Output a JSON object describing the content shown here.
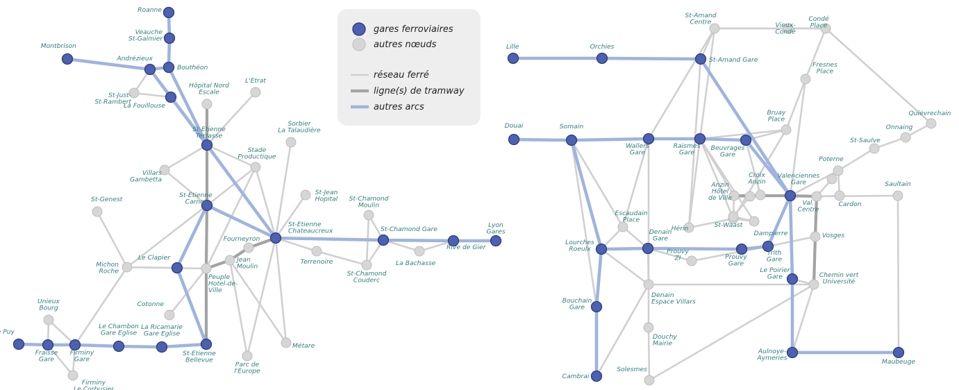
{
  "legend": {
    "stations": "gares ferroviaires",
    "other_nodes": "autres nœuds",
    "rail": "réseau ferré",
    "tram": "ligne(s) de tramway",
    "other_arcs": "autres arcs"
  },
  "colors": {
    "station_fill": "#4d61b2",
    "other_node_fill": "#d6d6d6",
    "rail_edge": "#d0d0d0",
    "tram_edge": "#a3a3a3",
    "other_arc_edge": "#9eb4e0",
    "label_text": "#2f7f7c",
    "legend_background": "#eeeeee"
  },
  "nodes": {
    "roanne": {
      "label": [
        "Roanne"
      ],
      "kind": "station"
    },
    "veauche": {
      "label": [
        "Veauche",
        "St-Galmier"
      ],
      "kind": "station"
    },
    "montbrison": {
      "label": [
        "Montbrison"
      ],
      "kind": "station"
    },
    "andrezieux": {
      "label": [
        "Andrézieux"
      ],
      "kind": "station"
    },
    "boutheon": {
      "label": [
        "Bouthéon"
      ],
      "kind": "station"
    },
    "stjust": {
      "label": [
        "St-Just-",
        "St-Rambert"
      ],
      "kind": "other"
    },
    "fouillouse": {
      "label": [
        "La Fouillouse"
      ],
      "kind": "station"
    },
    "hopital_nord": {
      "label": [
        "Hôpital Nord",
        "Escale"
      ],
      "kind": "other"
    },
    "letrat": {
      "label": [
        "L'Etrat"
      ],
      "kind": "other"
    },
    "terrasse": {
      "label": [
        "St-Etienne",
        "Terrasse"
      ],
      "kind": "station"
    },
    "sorbier": {
      "label": [
        "Sorbier",
        "La Talaudière"
      ],
      "kind": "other"
    },
    "stade": {
      "label": [
        "Stade",
        "Productique"
      ],
      "kind": "other"
    },
    "villars": {
      "label": [
        "Villars",
        "Gambetta"
      ],
      "kind": "other"
    },
    "carnot": {
      "label": [
        "St-Etienne",
        "Carnot"
      ],
      "kind": "station"
    },
    "stjean": {
      "label": [
        "St-Jean",
        "Hopital"
      ],
      "kind": "other"
    },
    "stgenest": {
      "label": [
        "St-Genest"
      ],
      "kind": "other"
    },
    "chamond_moulin": {
      "label": [
        "St-Chamond",
        "Moulin"
      ],
      "kind": "other"
    },
    "chateaucreux": {
      "label": [
        "St-Etienne",
        "Chateaucreux"
      ],
      "kind": "station"
    },
    "chamond_gare": {
      "label": [
        "St-Chamond Gare"
      ],
      "kind": "station"
    },
    "lyon": {
      "label": [
        "Lyon",
        "Gares"
      ],
      "kind": "station"
    },
    "rivedegier": {
      "label": [
        "Rive de Gier"
      ],
      "kind": "station"
    },
    "fourneyron": {
      "label": [
        "Fourneyron"
      ],
      "kind": "other"
    },
    "labachasse": {
      "label": [
        "La Bachasse"
      ],
      "kind": "other"
    },
    "terrenoire": {
      "label": [
        "Terrenoire"
      ],
      "kind": "other"
    },
    "chamond_couderc": {
      "label": [
        "St-Chamond",
        "Couderc"
      ],
      "kind": "other"
    },
    "michon": {
      "label": [
        "Michon",
        "Roche"
      ],
      "kind": "other"
    },
    "clapier": {
      "label": [
        "Le Clapier"
      ],
      "kind": "station"
    },
    "jeanmoulin": {
      "label": [
        "Jean",
        "Moulin"
      ],
      "kind": "other"
    },
    "peuple": {
      "label": [
        "Peuple",
        "Hotel-de-",
        "Ville"
      ],
      "kind": "other"
    },
    "cotonne": {
      "label": [
        "Cotonne"
      ],
      "kind": "other"
    },
    "unieux": {
      "label": [
        "Unieux",
        "Bourg"
      ],
      "kind": "other"
    },
    "chambon": {
      "label": [
        "Le Chambon",
        "Gare Eglise"
      ],
      "kind": "station"
    },
    "ricamarie": {
      "label": [
        "La Ricamarie",
        "Gare Eglise"
      ],
      "kind": "station"
    },
    "lepuy": {
      "label": [
        "Le Puy"
      ],
      "kind": "station"
    },
    "fraisse": {
      "label": [
        "Fraisse",
        "Gare"
      ],
      "kind": "station"
    },
    "firminy": {
      "label": [
        "Firminy",
        "Gare"
      ],
      "kind": "station"
    },
    "bellevue": {
      "label": [
        "St-Etienne",
        "Bellevue"
      ],
      "kind": "station"
    },
    "metare": {
      "label": [
        "Métare"
      ],
      "kind": "other"
    },
    "parceurope": {
      "label": [
        "Parc de",
        "l'Europe"
      ],
      "kind": "other"
    },
    "corbusier": {
      "label": [
        "Firminy",
        "Le Corbusier"
      ],
      "kind": "other"
    },
    "lille": {
      "label": [
        "Lille"
      ],
      "kind": "station"
    },
    "orchies": {
      "label": [
        "Orchies"
      ],
      "kind": "station"
    },
    "stamand_gare": {
      "label": [
        "St-Amand Gare"
      ],
      "kind": "station"
    },
    "stamand_centre": {
      "label": [
        "St-Amand",
        "Centre"
      ],
      "kind": "other"
    },
    "vieux_conde": {
      "label": [
        "Vieux-",
        "Condé"
      ],
      "kind": "other"
    },
    "conde_place": {
      "label": [
        "Condé",
        "Place"
      ],
      "kind": "other"
    },
    "fresnes": {
      "label": [
        "Fresnes",
        "Place"
      ],
      "kind": "other"
    },
    "quievrechain": {
      "label": [
        "Quiévrechain"
      ],
      "kind": "other"
    },
    "onnaing": {
      "label": [
        "Onnaing"
      ],
      "kind": "other"
    },
    "stsaulve": {
      "label": [
        "St-Saulve"
      ],
      "kind": "other"
    },
    "bruay": {
      "label": [
        "Bruay",
        "Place"
      ],
      "kind": "other"
    },
    "douai": {
      "label": [
        "Douai"
      ],
      "kind": "station"
    },
    "somain": {
      "label": [
        "Somain"
      ],
      "kind": "station"
    },
    "wallers": {
      "label": [
        "Wallers",
        "Gare"
      ],
      "kind": "station"
    },
    "raismes": {
      "label": [
        "Raismes",
        "Gare"
      ],
      "kind": "station"
    },
    "beuvrages": {
      "label": [
        "Beuvrages",
        "Gare"
      ],
      "kind": "station"
    },
    "poterne": {
      "label": [
        "Poterne"
      ],
      "kind": "other"
    },
    "croix_anzin": {
      "label": [
        "Croix",
        "Anzin"
      ],
      "kind": "other"
    },
    "anzin_hotel": {
      "label": [
        "Anzin",
        "Hôtel",
        "de Ville"
      ],
      "kind": "other"
    },
    "valenciennes": {
      "label": [
        "Valenciennes",
        "Gare"
      ],
      "kind": "station"
    },
    "val_centre": {
      "label": [
        "Val.",
        "Centre"
      ],
      "kind": "other"
    },
    "cardon": {
      "label": [
        "Cardon"
      ],
      "kind": "other"
    },
    "sautain": {
      "label": [
        "Saultain"
      ],
      "kind": "other"
    },
    "escaudain": {
      "label": [
        "Escaudain",
        "Place"
      ],
      "kind": "other"
    },
    "herin": {
      "label": [
        "Hérin"
      ],
      "kind": "other"
    },
    "stwaast": {
      "label": [
        "St-Waast"
      ],
      "kind": "other"
    },
    "dampierre": {
      "label": [
        "Dampierre"
      ],
      "kind": "other"
    },
    "denain_gare": {
      "label": [
        "Denain",
        "Gare"
      ],
      "kind": "station"
    },
    "lourches": {
      "label": [
        "Lourches",
        "Roeulx"
      ],
      "kind": "station"
    },
    "prouvy_zi": {
      "label": [
        "Prouvy",
        "ZI"
      ],
      "kind": "other"
    },
    "prouvy_gare": {
      "label": [
        "Prouvy",
        "Gare"
      ],
      "kind": "station"
    },
    "trith": {
      "label": [
        "Trith",
        "Gare"
      ],
      "kind": "station"
    },
    "vosges": {
      "label": [
        "Vosges"
      ],
      "kind": "other"
    },
    "poirier": {
      "label": [
        "Le Poirier",
        "Gare"
      ],
      "kind": "station"
    },
    "chemin_vert": {
      "label": [
        "Chemin vert",
        "Université"
      ],
      "kind": "other"
    },
    "denain_villars": {
      "label": [
        "Denain",
        "Espace Villars"
      ],
      "kind": "other"
    },
    "bouchain": {
      "label": [
        "Bouchain",
        "Gare"
      ],
      "kind": "station"
    },
    "douchy": {
      "label": [
        "Douchy",
        "Mairie"
      ],
      "kind": "other"
    },
    "aulnoye": {
      "label": [
        "Aulnoye-",
        "Aymeries"
      ],
      "kind": "station"
    },
    "maubeuge": {
      "label": [
        "Maubeuge"
      ],
      "kind": "station"
    },
    "cambrai": {
      "label": [
        "Cambrai"
      ],
      "kind": "station"
    },
    "solesmes": {
      "label": [
        "Solesmes"
      ],
      "kind": "other"
    },
    "se_corner_a": {
      "label": [],
      "kind": "other"
    },
    "se_corner_b": {
      "label": [],
      "kind": "other"
    },
    "se_corner_c": {
      "label": [],
      "kind": "other"
    }
  },
  "edges": {
    "rail": [
      [
        "andrezieux",
        "stjust"
      ],
      [
        "stjust",
        "fouillouse"
      ],
      [
        "terrasse",
        "hopital_nord"
      ],
      [
        "terrasse",
        "letrat"
      ],
      [
        "terrasse",
        "stade"
      ],
      [
        "terrasse",
        "villars"
      ],
      [
        "villars",
        "carnot"
      ],
      [
        "carnot",
        "stade"
      ],
      [
        "stade",
        "chateaucreux"
      ],
      [
        "sorbier",
        "chateaucreux"
      ],
      [
        "stjean",
        "chateaucreux"
      ],
      [
        "stgenest",
        "michon"
      ],
      [
        "carnot",
        "michon"
      ],
      [
        "michon",
        "firminy"
      ],
      [
        "michon",
        "clapier"
      ],
      [
        "michon",
        "peuple"
      ],
      [
        "chateaucreux",
        "terrenoire"
      ],
      [
        "terrenoire",
        "chamond_couderc"
      ],
      [
        "chamond_couderc",
        "chamond_moulin"
      ],
      [
        "chamond_gare",
        "chamond_moulin"
      ],
      [
        "chamond_gare",
        "labachasse"
      ],
      [
        "labachasse",
        "rivedegier"
      ],
      [
        "chamond_gare",
        "chamond_couderc"
      ],
      [
        "chateaucreux",
        "parceurope"
      ],
      [
        "chateaucreux",
        "metare"
      ],
      [
        "jeanmoulin",
        "metare"
      ],
      [
        "jeanmoulin",
        "parceurope"
      ],
      [
        "peuple",
        "cotonne"
      ],
      [
        "unieux",
        "fraisse"
      ],
      [
        "unieux",
        "firminy"
      ],
      [
        "firminy",
        "corbusier"
      ],
      [
        "fraisse",
        "corbusier"
      ],
      [
        "stade",
        "peuple"
      ],
      [
        "carnot",
        "clapier"
      ],
      [
        "stamand_gare",
        "stamand_centre"
      ],
      [
        "stamand_centre",
        "vieux_conde"
      ],
      [
        "vieux_conde",
        "conde_place"
      ],
      [
        "conde_place",
        "stamand_centre"
      ],
      [
        "conde_place",
        "quievrechain"
      ],
      [
        "conde_place",
        "fresnes"
      ],
      [
        "fresnes",
        "valenciennes"
      ],
      [
        "fresnes",
        "bruay"
      ],
      [
        "onnaing",
        "quievrechain"
      ],
      [
        "onnaing",
        "stsaulve"
      ],
      [
        "stsaulve",
        "poterne"
      ],
      [
        "poterne",
        "valenciennes"
      ],
      [
        "poterne",
        "cardon"
      ],
      [
        "cardon",
        "val_centre"
      ],
      [
        "val_centre",
        "valenciennes"
      ],
      [
        "val_centre",
        "sautain"
      ],
      [
        "sautain",
        "maubeuge"
      ],
      [
        "stamand_centre",
        "wallers"
      ],
      [
        "stamand_centre",
        "raismes"
      ],
      [
        "stamand_gare",
        "herin"
      ],
      [
        "raismes",
        "herin"
      ],
      [
        "raismes",
        "stwaast"
      ],
      [
        "raismes",
        "dampierre"
      ],
      [
        "raismes",
        "bruay"
      ],
      [
        "bruay",
        "beuvrages"
      ],
      [
        "bruay",
        "stwaast"
      ],
      [
        "beuvrages",
        "croix_anzin"
      ],
      [
        "croix_anzin",
        "valenciennes"
      ],
      [
        "somain",
        "wallers"
      ],
      [
        "somain",
        "escaudain"
      ],
      [
        "somain",
        "bouchain"
      ],
      [
        "wallers",
        "escaudain"
      ],
      [
        "wallers",
        "denain_villars"
      ],
      [
        "escaudain",
        "denain_gare"
      ],
      [
        "escaudain",
        "lourches"
      ],
      [
        "lourches",
        "denain_villars"
      ],
      [
        "denain_gare",
        "denain_villars"
      ],
      [
        "denain_villars",
        "douchy"
      ],
      [
        "denain_villars",
        "chemin_vert"
      ],
      [
        "prouvy_zi",
        "trith"
      ],
      [
        "prouvy_zi",
        "denain_gare"
      ],
      [
        "vosges",
        "chemin_vert"
      ],
      [
        "vosges",
        "val_centre"
      ],
      [
        "trith",
        "vosges"
      ],
      [
        "poirier",
        "chemin_vert"
      ],
      [
        "cambrai",
        "denain_villars"
      ],
      [
        "solesmes",
        "chemin_vert"
      ],
      [
        "aulnoye",
        "chemin_vert"
      ],
      [
        "stwaast",
        "dampierre"
      ],
      [
        "herin",
        "stwaast"
      ],
      [
        "douchy",
        "solesmes"
      ],
      [
        "anzin_hotel",
        "stwaast"
      ],
      [
        "valenciennes",
        "se_corner_a"
      ],
      [
        "se_corner_a",
        "se_corner_b"
      ],
      [
        "se_corner_b",
        "dampierre"
      ],
      [
        "anzin_hotel",
        "raismes"
      ],
      [
        "se_corner_c",
        "val_centre"
      ]
    ],
    "tram": [
      [
        "hopital_nord",
        "terrasse"
      ],
      [
        "terrasse",
        "carnot"
      ],
      [
        "carnot",
        "peuple"
      ],
      [
        "peuple",
        "bellevue"
      ],
      [
        "peuple",
        "jeanmoulin"
      ],
      [
        "jeanmoulin",
        "fourneyron"
      ],
      [
        "fourneyron",
        "chateaucreux"
      ],
      [
        "anzin_hotel",
        "valenciennes"
      ],
      [
        "anzin_hotel",
        "se_corner_a"
      ],
      [
        "valenciennes",
        "val_centre"
      ],
      [
        "val_centre",
        "vosges"
      ],
      [
        "vosges",
        "chemin_vert"
      ]
    ],
    "other": [
      [
        "roanne",
        "veauche"
      ],
      [
        "veauche",
        "boutheon"
      ],
      [
        "montbrison",
        "andrezieux"
      ],
      [
        "andrezieux",
        "boutheon"
      ],
      [
        "andrezieux",
        "terrasse"
      ],
      [
        "boutheon",
        "terrasse"
      ],
      [
        "fouillouse",
        "terrasse"
      ],
      [
        "carnot",
        "chateaucreux"
      ],
      [
        "terrasse",
        "chateaucreux"
      ],
      [
        "carnot",
        "clapier"
      ],
      [
        "clapier",
        "bellevue"
      ],
      [
        "chateaucreux",
        "chamond_gare"
      ],
      [
        "chamond_gare",
        "rivedegier"
      ],
      [
        "rivedegier",
        "lyon"
      ],
      [
        "lepuy",
        "fraisse"
      ],
      [
        "fraisse",
        "firminy"
      ],
      [
        "firminy",
        "chambon"
      ],
      [
        "chambon",
        "ricamarie"
      ],
      [
        "ricamarie",
        "bellevue"
      ],
      [
        "lille",
        "orchies"
      ],
      [
        "orchies",
        "stamand_gare"
      ],
      [
        "stamand_gare",
        "valenciennes"
      ],
      [
        "douai",
        "somain"
      ],
      [
        "somain",
        "wallers"
      ],
      [
        "wallers",
        "raismes"
      ],
      [
        "raismes",
        "beuvrages"
      ],
      [
        "beuvrages",
        "valenciennes"
      ],
      [
        "somain",
        "lourches"
      ],
      [
        "lourches",
        "bouchain"
      ],
      [
        "bouchain",
        "cambrai"
      ],
      [
        "lourches",
        "denain_gare"
      ],
      [
        "denain_gare",
        "prouvy_gare"
      ],
      [
        "prouvy_gare",
        "trith"
      ],
      [
        "trith",
        "valenciennes"
      ],
      [
        "valenciennes",
        "poirier"
      ],
      [
        "poirier",
        "aulnoye"
      ],
      [
        "aulnoye",
        "maubeuge"
      ]
    ]
  }
}
